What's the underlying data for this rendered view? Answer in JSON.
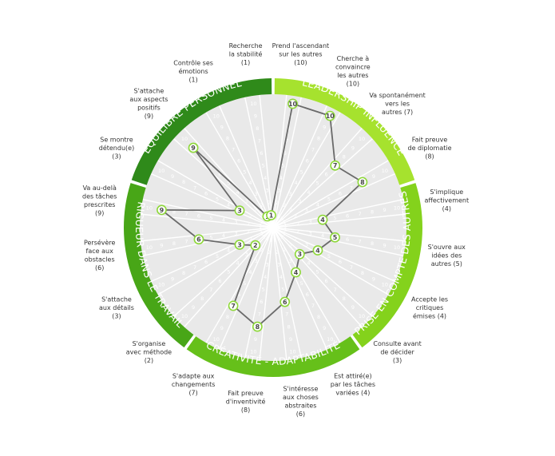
{
  "chart_data": {
    "type": "radar",
    "rlim": [
      0,
      10
    ],
    "tick_labels": [
      "1",
      "2",
      "3",
      "4",
      "5",
      "6",
      "7",
      "8",
      "9",
      "10"
    ],
    "grid": true,
    "axes": [
      {
        "label": [
          "Prend l'ascendant",
          "sur les autres",
          "(10)"
        ],
        "value": 10,
        "group": 0
      },
      {
        "label": [
          "Cherche à",
          "convaincre",
          "les autres",
          "(10)"
        ],
        "value": 10,
        "group": 0
      },
      {
        "label": [
          "Va spontanément",
          "vers les",
          "autres (7)"
        ],
        "value": 7,
        "group": 0
      },
      {
        "label": [
          "Fait preuve",
          "de diplomatie",
          "(8)"
        ],
        "value": 8,
        "group": 0
      },
      {
        "label": [
          "S'implique",
          "affectivement",
          "(4)"
        ],
        "value": 4,
        "group": 1
      },
      {
        "label": [
          "S'ouvre aux",
          "idées des",
          "autres (5)"
        ],
        "value": 5,
        "group": 1
      },
      {
        "label": [
          "Accepte les",
          "critiques",
          "émises (4)"
        ],
        "value": 4,
        "group": 1
      },
      {
        "label": [
          "Consulte avant",
          "de décider",
          "(3)"
        ],
        "value": 3,
        "group": 1
      },
      {
        "label": [
          "Est attiré(e)",
          "par les tâches",
          "variées (4)"
        ],
        "value": 4,
        "group": 2
      },
      {
        "label": [
          "S'intéresse",
          "aux choses",
          "abstraites",
          "(6)"
        ],
        "value": 6,
        "group": 2
      },
      {
        "label": [
          "Fait preuve",
          "d'inventivité",
          "(8)"
        ],
        "value": 8,
        "group": 2
      },
      {
        "label": [
          "S'adapte aux",
          "changements",
          "(7)"
        ],
        "value": 7,
        "group": 2
      },
      {
        "label": [
          "S'organise",
          "avec méthode",
          "(2)"
        ],
        "value": 2,
        "group": 3
      },
      {
        "label": [
          "S'attache",
          "aux détails",
          "(3)"
        ],
        "value": 3,
        "group": 3
      },
      {
        "label": [
          "Persévère",
          "face aux",
          "obstacles",
          "(6)"
        ],
        "value": 6,
        "group": 3
      },
      {
        "label": [
          "Va au-delà",
          "des tâches",
          "prescrites",
          "(9)"
        ],
        "value": 9,
        "group": 3
      },
      {
        "label": [
          "Se montre",
          "détendu(e)",
          "(3)"
        ],
        "value": 3,
        "group": 4
      },
      {
        "label": [
          "S'attache",
          "aux aspects",
          "positifs",
          "(9)"
        ],
        "value": 9,
        "group": 4
      },
      {
        "label": [
          "Contrôle ses",
          "émotions",
          "(1)"
        ],
        "value": 1,
        "group": 4
      },
      {
        "label": [
          "Recherche",
          "la stabilité",
          "(1)"
        ],
        "value": 1,
        "group": 4
      }
    ],
    "groups": [
      {
        "name": "LEADERSHIP INFLUENCE",
        "color": "#a6e22e"
      },
      {
        "name": "PRISE EN COMPTE DES AUTRES",
        "color": "#84d21c"
      },
      {
        "name": "CRÉATIVITÉ - ADAPTABILITÉ",
        "color": "#66c01a"
      },
      {
        "name": "RIGUEUR DANS LE TRAVAIL",
        "color": "#48a617"
      },
      {
        "name": "ÉQUILIBRE PERSONNEL",
        "color": "#2f8a1a"
      }
    ],
    "colors": {
      "plot_bg": "#e9e9e9",
      "spoke": "#ffffff",
      "line": "#6a6a6a",
      "point_stroke": "#8ed83a",
      "point_fill": "#ffffff"
    }
  }
}
